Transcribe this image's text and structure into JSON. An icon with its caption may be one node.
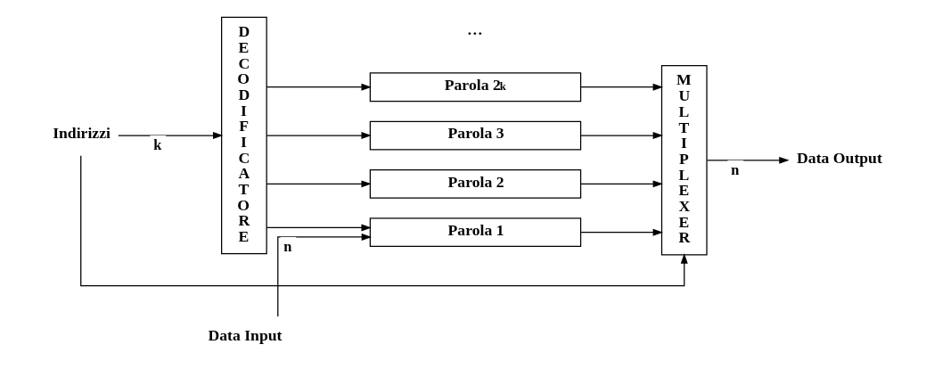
{
  "diagram": {
    "nodes": [
      {
        "text": [
          "DECODIFICATORE"
        ]
      },
      {
        "text": [
          "Parola 1"
        ]
      },
      {
        "text": [
          "Parola 2"
        ]
      },
      {
        "text": [
          "Parola 3"
        ]
      },
      {
        "text": [
          "Parola 2$^{k}$"
        ]
      },
      {
        "text": [
          "MULTIPLEXER"
        ]
      },
      {
        "text": [
          "Indirizzi"
        ]
      },
      {
        "text": [
          "Data Input"
        ]
      },
      {
        "text": [
          "Data Output"
        ]
      }
    ],
    "edges": [
      {
        "from": 6,
        "to": 0,
        "arrow": "to",
        "label": "k"
      },
      {
        "from": 6,
        "to": 5,
        "arrow": "to"
      },
      {
        "from": 7,
        "to": 1,
        "arrow": "to",
        "label": "n"
      },
      {
        "from": 0,
        "to": 1,
        "arrow": "to"
      },
      {
        "from": 0,
        "to": 2,
        "arrow": "to"
      },
      {
        "from": 0,
        "to": 3,
        "arrow": "to"
      },
      {
        "from": 0,
        "to": 4,
        "arrow": "to"
      },
      {
        "from": 1,
        "to": 5,
        "arrow": "to"
      },
      {
        "from": 2,
        "to": 5,
        "arrow": "to"
      },
      {
        "from": 3,
        "to": 5,
        "arrow": "to"
      },
      {
        "from": 4,
        "to": 5,
        "arrow": "to"
      },
      {
        "from": 5,
        "to": 8,
        "arrow": "to",
        "label": "n"
      }
    ],
    "labels": [
      "…"
    ]
  }
}
